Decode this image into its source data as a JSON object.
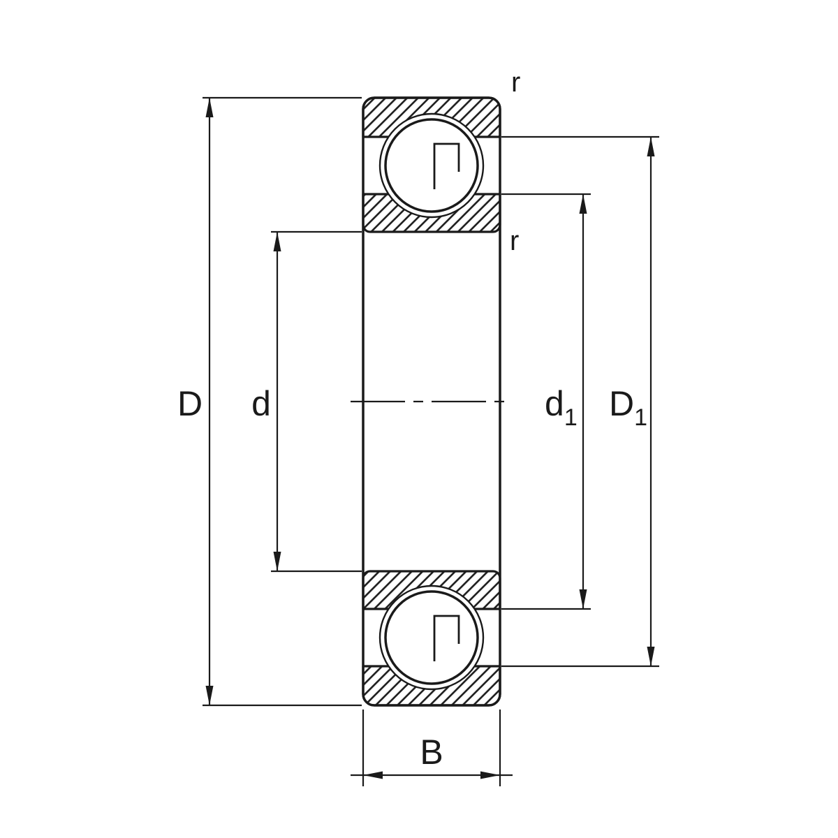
{
  "colors": {
    "line": "#1a1a1a",
    "background": "#ffffff",
    "fill": "#ffffff"
  },
  "labels": {
    "D": {
      "main": "D",
      "sub": ""
    },
    "d": {
      "main": "d",
      "sub": ""
    },
    "d1": {
      "main": "d",
      "sub": "1"
    },
    "D1": {
      "main": "D",
      "sub": "1"
    },
    "B": {
      "main": "B",
      "sub": ""
    },
    "r_top": "r",
    "r_mid": "r"
  }
}
